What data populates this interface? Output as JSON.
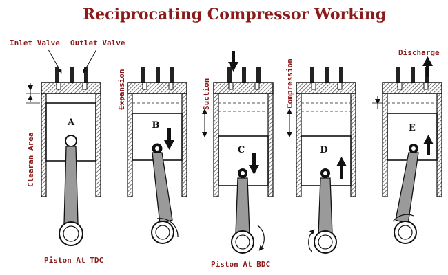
{
  "title": "Reciprocating Compressor Working",
  "labels": {
    "inlet_valve": "Inlet Valve",
    "outlet_valve": "Outlet Valve",
    "clearan_area": "Clearan Area",
    "expansion": "Expansion",
    "suction": "Suction",
    "compression": "Compression",
    "discharge": "Discharge",
    "piston_tdc": "Piston At TDC",
    "piston_bdc": "Piston At BDC"
  },
  "stages": [
    "A",
    "B",
    "C",
    "D",
    "E"
  ],
  "colors": {
    "title": "#8b1a1a",
    "label": "#8b1a1a",
    "hatch": "#555555",
    "piston_fill": "#ffffff",
    "stroke": "#111111",
    "rod": "#9a9a9a"
  }
}
